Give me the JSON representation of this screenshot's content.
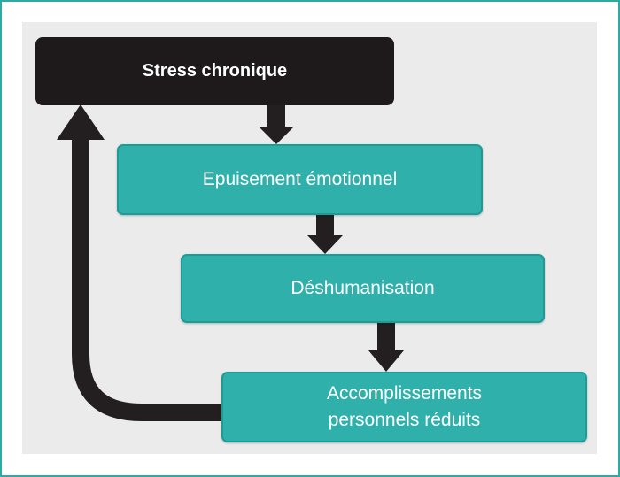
{
  "diagram": {
    "nodes": [
      {
        "id": "stress",
        "label": "Stress chronique"
      },
      {
        "id": "epuisement",
        "label": "Epuisement émotionnel"
      },
      {
        "id": "deshumanisation",
        "label": "Déshumanisation"
      },
      {
        "id": "accomplissements",
        "label_line1": "Accomplissements",
        "label_line2": "personnels réduits"
      }
    ],
    "edges": [
      {
        "from": "stress",
        "to": "epuisement"
      },
      {
        "from": "epuisement",
        "to": "deshumanisation"
      },
      {
        "from": "deshumanisation",
        "to": "accomplissements"
      },
      {
        "from": "accomplissements",
        "to": "stress"
      }
    ],
    "colors": {
      "frame_border": "#2fa9a4",
      "panel_bg": "#ebebeb",
      "dark_box": "#1e1a1b",
      "teal_box": "#2fb0ab",
      "arrow": "#231f20"
    }
  }
}
